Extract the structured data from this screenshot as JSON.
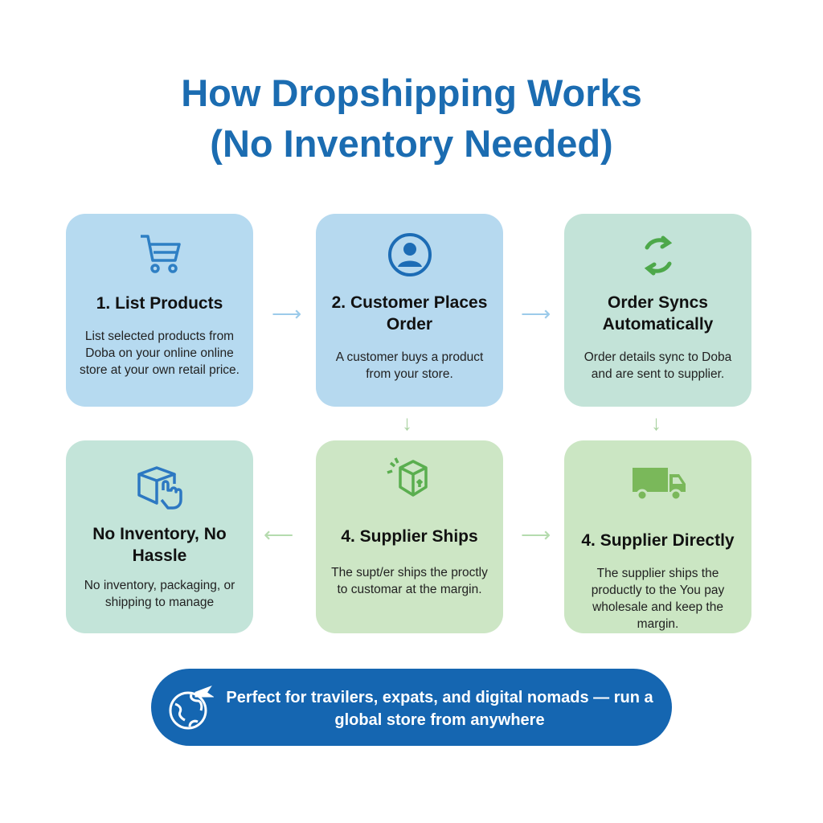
{
  "title": {
    "line1": "How Dropshipping Works",
    "line2": "(No Inventory Needed)"
  },
  "cards": [
    {
      "title": "1. List Products",
      "desc": "List selected products from Doba on your online online store at your own retail price.",
      "icon": "shopping-cart-icon",
      "color": "#b6daf0"
    },
    {
      "title": "2. Customer Places Order",
      "desc": "A customer buys a product from your store.",
      "icon": "user-icon",
      "color": "#b6d9ef"
    },
    {
      "title": "Order Syncs Automatically",
      "desc": "Order details sync to Doba and are sent to supplier.",
      "icon": "sync-icon",
      "color": "#c3e3d8"
    },
    {
      "title": "No Inventory, No Hassle",
      "desc": "No inventory, packaging, or shipping to manage",
      "icon": "package-hand-icon",
      "color": "#c3e4d9"
    },
    {
      "title": "4. Supplier Ships",
      "desc": "The supt/er ships the proctly to customar at the margin.",
      "icon": "box-icon",
      "color": "#cde6c5"
    },
    {
      "title": "4. Supplier Directly",
      "desc": "The supplier ships the productly to the You pay wholesale and keep the margin.",
      "icon": "truck-icon",
      "color": "#cbe6c3"
    }
  ],
  "banner": {
    "text": "Perfect for travilers, expats, and digital nomads — run a global store from anywhere",
    "icon": "globe-plane-icon",
    "color": "#1566b1"
  }
}
